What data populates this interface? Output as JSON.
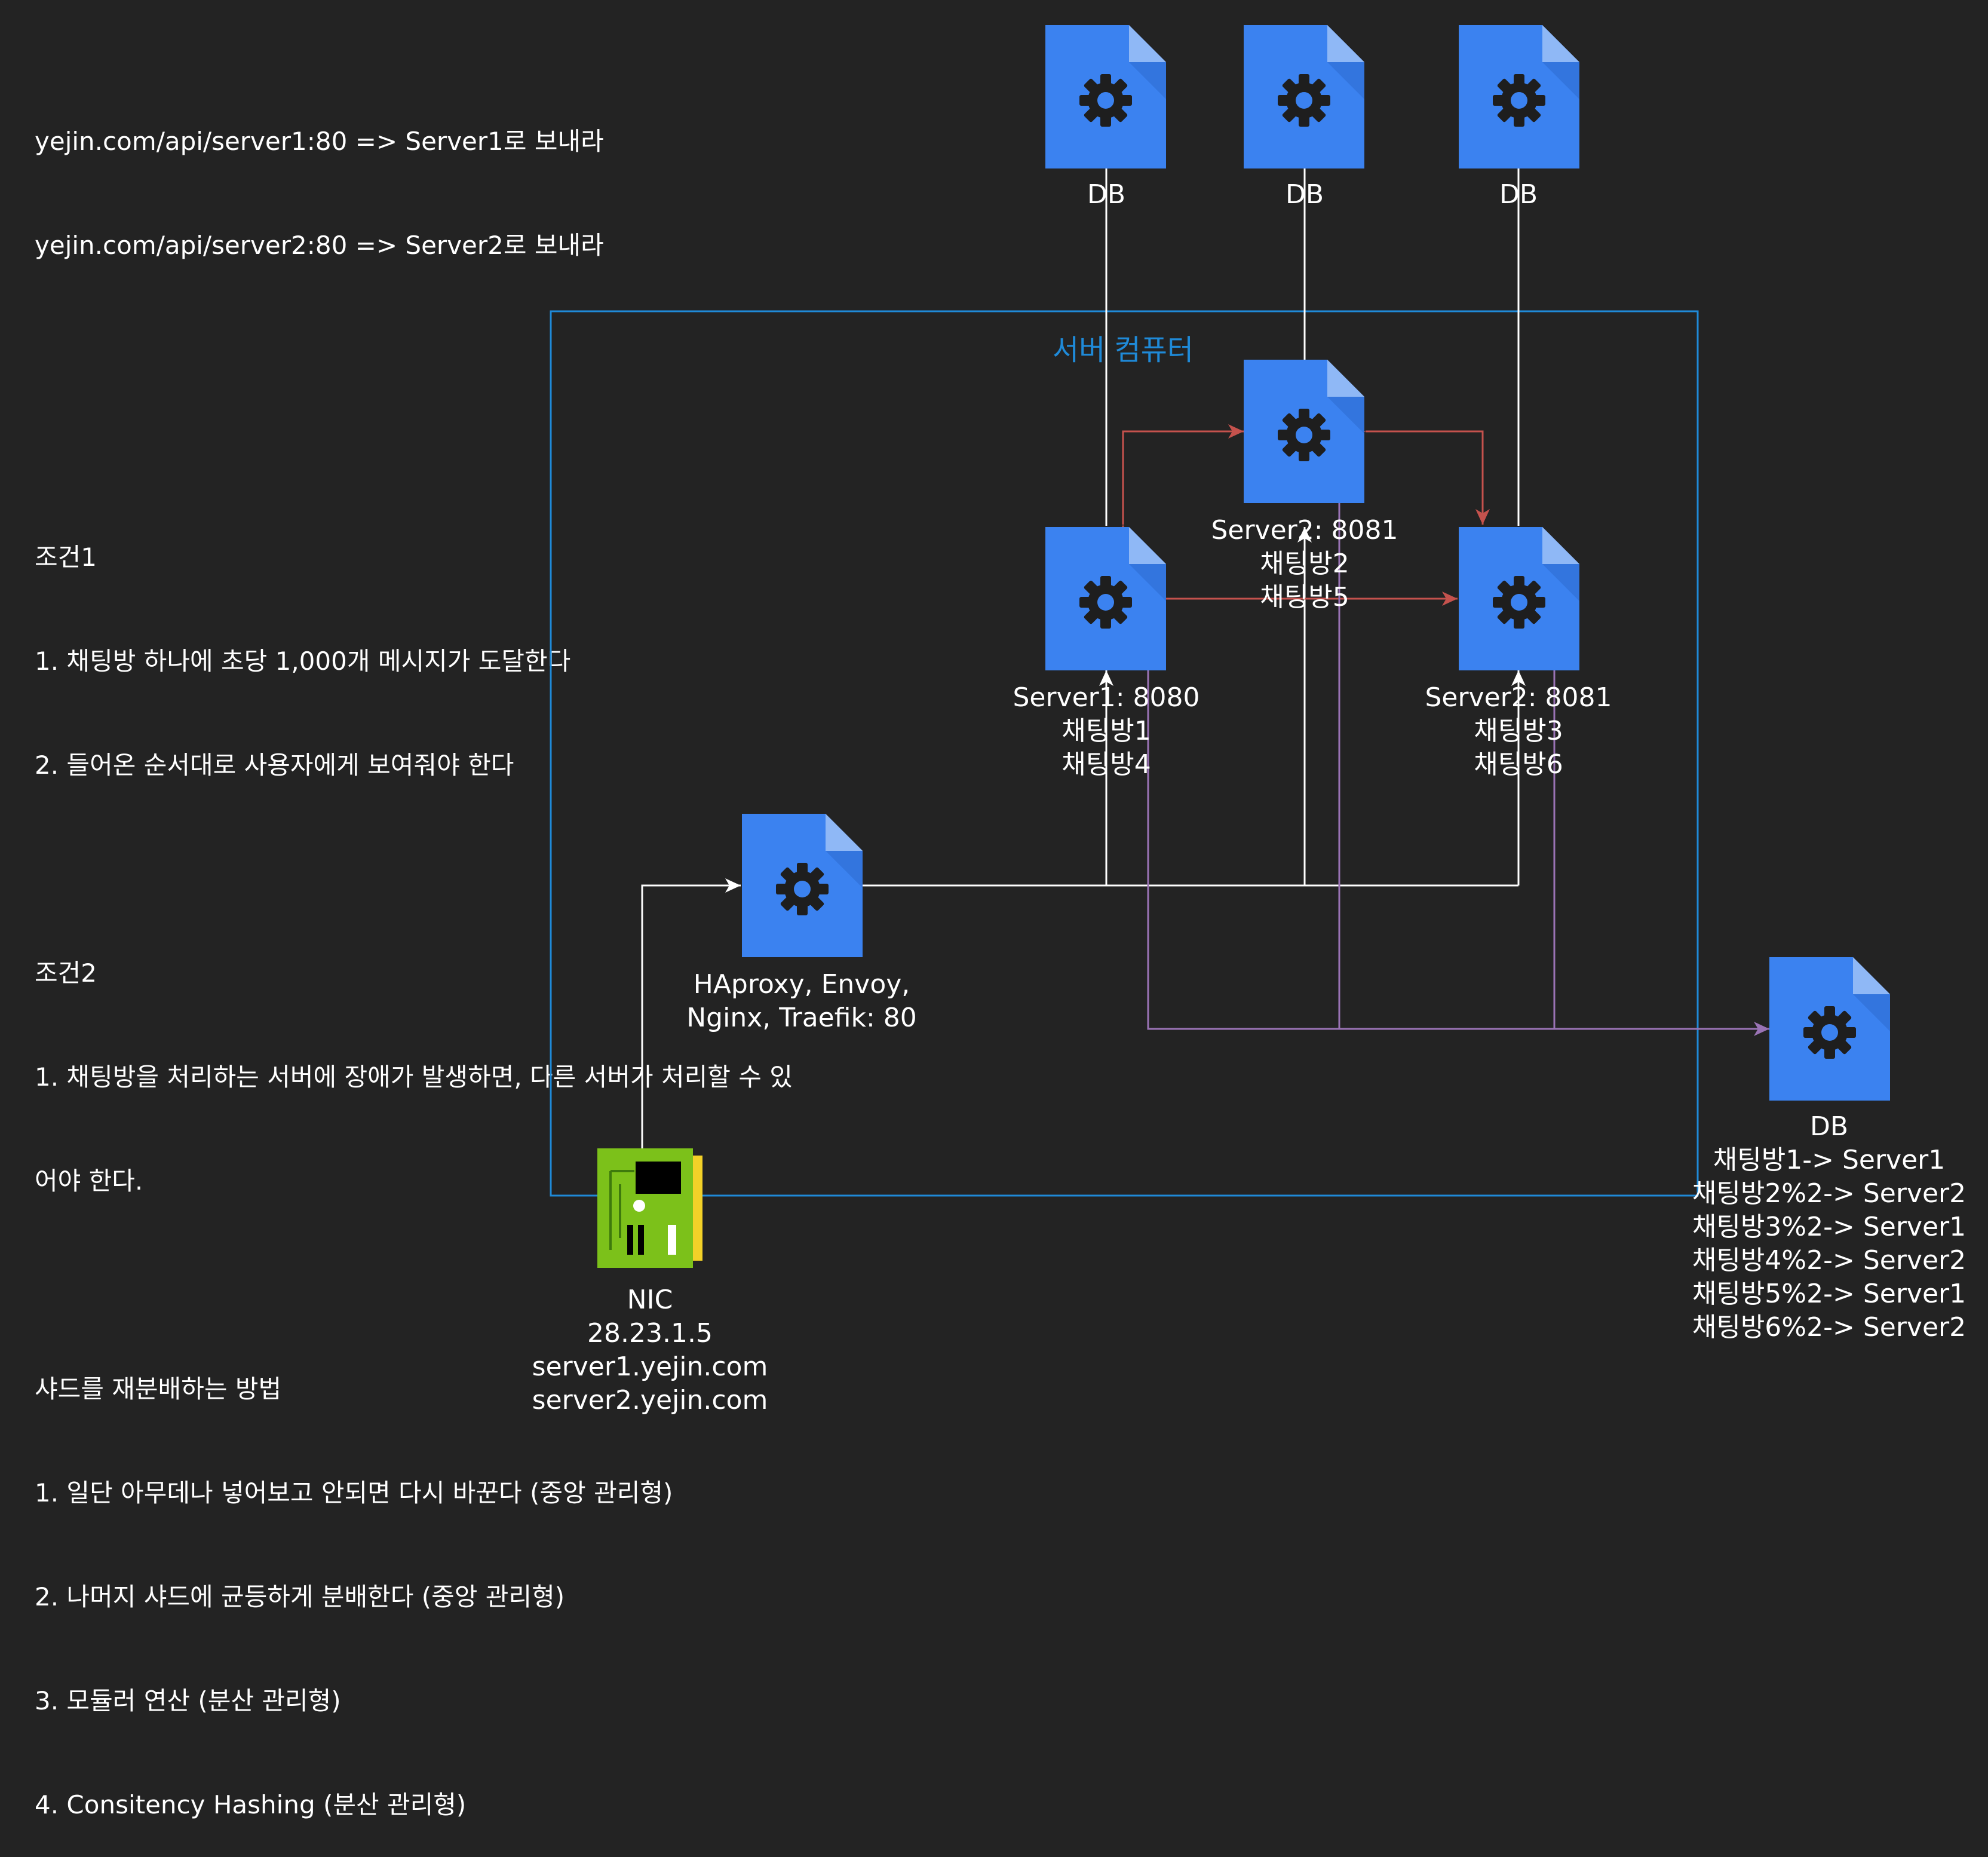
{
  "notes": {
    "lines": [
      "yejin.com/api/server1:80 => Server1로 보내라",
      "yejin.com/api/server2:80 => Server2로 보내라",
      "",
      "",
      "조건1",
      "1. 채팅방 하나에 초당 1,000개 메시지가 도달한다",
      "2. 들어온 순서대로 사용자에게 보여줘야 한다",
      "",
      "조건2",
      "1. 채팅방을 처리하는 서버에 장애가 발생하면, 다른 서버가 처리할 수 있",
      "어야 한다.",
      "",
      "샤드를 재분배하는 방법",
      "1. 일단 아무데나 넣어보고 안되면 다시 바꾼다 (중앙 관리형)",
      "2. 나머지 샤드에 균등하게 분배한다 (중앙 관리형)",
      "3. 모듈러 연산 (분산 관리형)",
      "4. Consitency Hashing (분산 관리형)"
    ]
  },
  "container": {
    "title": "서버 컴퓨터"
  },
  "nodes": {
    "db_top_1": {
      "lines": [
        "DB"
      ]
    },
    "db_top_2": {
      "lines": [
        "DB"
      ]
    },
    "db_top_3": {
      "lines": [
        "DB"
      ]
    },
    "server_center": {
      "lines": [
        "Server2: 8081",
        "채팅방2",
        "채팅방5"
      ]
    },
    "server_left": {
      "lines": [
        "Server1: 8080",
        "채팅방1",
        "채팅방4"
      ]
    },
    "server_right": {
      "lines": [
        "Server2: 8081",
        "채팅방3",
        "채팅방6"
      ]
    },
    "proxy": {
      "lines": [
        "HAproxy, Envoy,",
        "Nginx, Traefik: 80"
      ]
    },
    "db_main": {
      "lines": [
        "DB",
        "채팅방1-> Server1",
        "채팅방2%2-> Server2",
        "채팅방3%2-> Server1",
        "채팅방4%2-> Server2",
        "채팅방5%2-> Server1",
        "채팅방6%2-> Server2"
      ]
    },
    "nic": {
      "lines": [
        "NIC",
        "28.23.1.5",
        "server1.yejin.com",
        "server2.yejin.com"
      ]
    }
  },
  "colors": {
    "background": "#232323",
    "container_border": "#1f8ad8",
    "doc_blue": "#3b82f0",
    "doc_fold": "#8fb8f6",
    "white_edge": "#ffffff",
    "red_edge": "#c5524d",
    "purple_edge": "#9a73b5",
    "nic_green": "#7cc11a",
    "nic_gold": "#f3d128"
  },
  "icons": {
    "doc": "gear-document-icon",
    "nic": "network-card-icon"
  }
}
